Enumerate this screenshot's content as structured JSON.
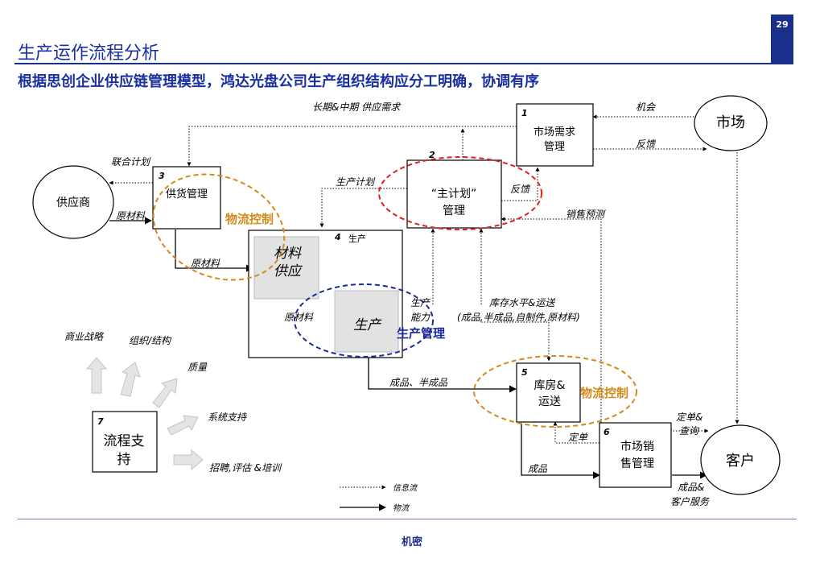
{
  "page": {
    "number": "29",
    "title": "生产运作流程分析",
    "subtitle": "根据思创企业供应链管理模型，鸿达光盘公司生产组织结构应分工明确，协调有序",
    "footer": "机密"
  },
  "nodes": {
    "supplier": "供应商",
    "market": "市场",
    "customer": "客户",
    "market_demand": {
      "num": "1",
      "line1": "市场需求",
      "line2": "管理"
    },
    "master_plan": {
      "num": "2",
      "line1": "“主计划”",
      "line2": "管理"
    },
    "supply_mgmt": {
      "num": "3",
      "label": "供货管理"
    },
    "production": {
      "num": "4",
      "label": "生产",
      "material_line1": "材料",
      "material_line2": "供应",
      "inner": "生产"
    },
    "warehouse": {
      "num": "5",
      "line1": "库房&",
      "line2": "运送"
    },
    "sales": {
      "num": "6",
      "line1": "市场销",
      "line2": "售管理"
    },
    "process_support": {
      "num": "7",
      "line1": "流程支",
      "line2": "持"
    }
  },
  "flow_labels": {
    "long_mid": "长期&中期 供应需求",
    "opportunity": "机会",
    "feedback_market": "反馈",
    "joint_plan": "联合计划",
    "raw_material_1": "原材料",
    "raw_material_2": "原材料",
    "raw_material_3": "原材料",
    "production_plan": "生产计划",
    "feedback_plan": "反馈",
    "sales_forecast": "销售预测",
    "capacity_1": "生产",
    "capacity_2": "能力",
    "inventory_1": "库存水平&运送",
    "inventory_2": "(成品,半成品,自制件,原材料)",
    "finished_semi": "成品、半成品",
    "order_1": "定单",
    "order_query_1": "定单&",
    "order_query_2": "查询",
    "finished_goods": "成品",
    "service_1": "成品&",
    "service_2": "客户服务"
  },
  "highlights": {
    "logistics_1": "物流控制",
    "production_mgmt": "生产管理",
    "logistics_2": "物流控制"
  },
  "support_items": [
    "商业战略",
    "组织/结构",
    "质量",
    "系统支持",
    "招聘,评估 &培训"
  ],
  "legend": {
    "info": "信息流",
    "material": "物流"
  },
  "colors": {
    "brand": "#1a2f8a",
    "orange": "#d48a1b",
    "red": "#e02020",
    "navy": "#1a2a9a",
    "box_gray": "#e2e2e2"
  }
}
